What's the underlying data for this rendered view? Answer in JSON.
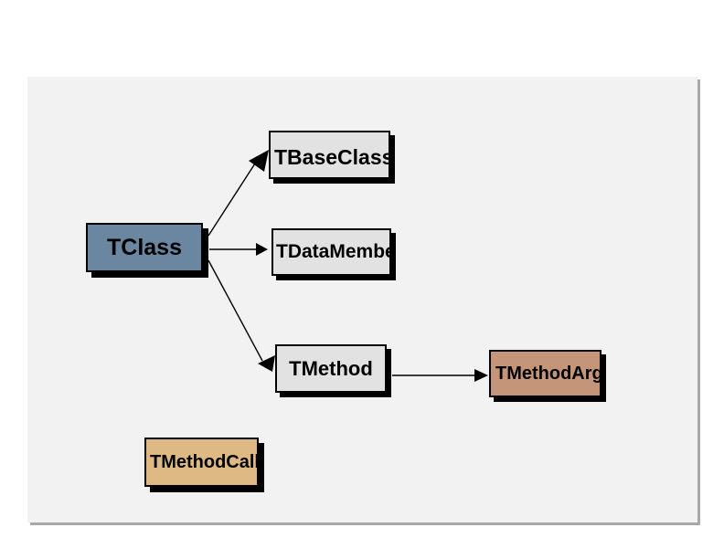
{
  "diagram": {
    "nodes": [
      {
        "id": "tclass",
        "label": "TClass",
        "fill": "#6a86a0"
      },
      {
        "id": "tbaseclass",
        "label": "TBaseClass",
        "fill": "#e2e2e2"
      },
      {
        "id": "tdatamember",
        "label": "TDataMember",
        "fill": "#e2e2e2"
      },
      {
        "id": "tmethod",
        "label": "TMethod",
        "fill": "#e2e2e2"
      },
      {
        "id": "tmethodarg",
        "label": "TMethodArg",
        "fill": "#c49579"
      },
      {
        "id": "tmethodcall",
        "label": "TMethodCall",
        "fill": "#deb983"
      }
    ],
    "edges": [
      {
        "from": "TClass",
        "to": "TBaseClass"
      },
      {
        "from": "TClass",
        "to": "TDataMember"
      },
      {
        "from": "TClass",
        "to": "TMethod"
      },
      {
        "from": "TMethod",
        "to": "TMethodArg"
      }
    ],
    "colors": {
      "page_background": "#ffffff",
      "canvas_background": "#f2f2f2",
      "canvas_shadow": "#a8a8a8",
      "node_border": "#000000",
      "node_shadow": "#000000",
      "edge": "#000000"
    }
  }
}
